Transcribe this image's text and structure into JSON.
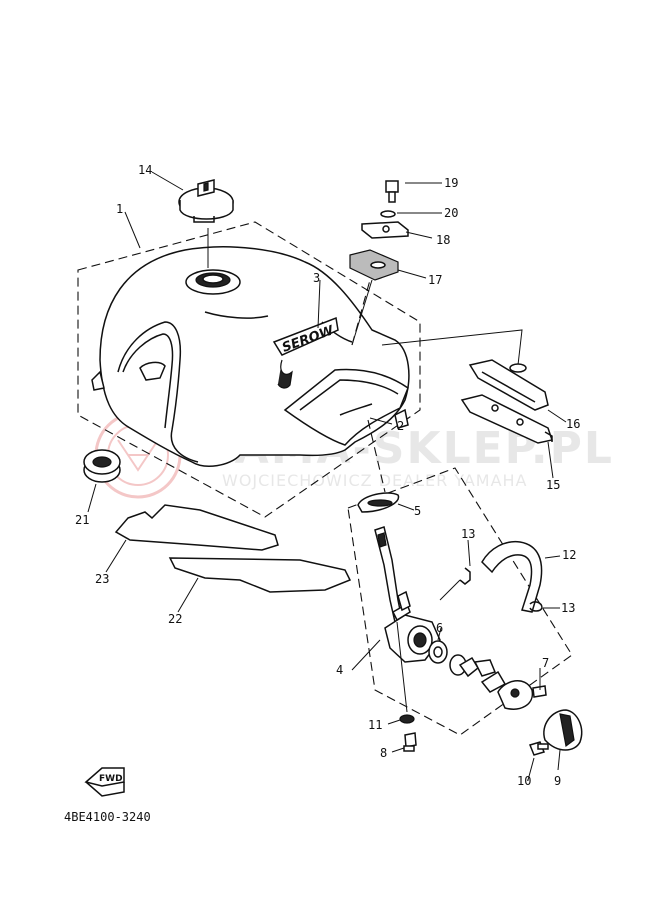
{
  "diagram": {
    "code": "4BE4100-3240",
    "fwd_label": "FWD",
    "tank_logo": "SEROW",
    "watermark": {
      "main": "YAMA-SKLEP.PL",
      "sub": "WOJCIECHOWICZ DEALER YAMAHA"
    },
    "callouts": [
      {
        "id": "c1",
        "text": "1"
      },
      {
        "id": "c2",
        "text": "2"
      },
      {
        "id": "c3",
        "text": "3"
      },
      {
        "id": "c4",
        "text": "4"
      },
      {
        "id": "c5",
        "text": "5"
      },
      {
        "id": "c6",
        "text": "6"
      },
      {
        "id": "c7",
        "text": "7"
      },
      {
        "id": "c8",
        "text": "8"
      },
      {
        "id": "c9",
        "text": "9"
      },
      {
        "id": "c10",
        "text": "10"
      },
      {
        "id": "c11",
        "text": "11"
      },
      {
        "id": "c12",
        "text": "12"
      },
      {
        "id": "c13a",
        "text": "13"
      },
      {
        "id": "c13b",
        "text": "13"
      },
      {
        "id": "c14",
        "text": "14"
      },
      {
        "id": "c15",
        "text": "15"
      },
      {
        "id": "c16",
        "text": "16"
      },
      {
        "id": "c17",
        "text": "17"
      },
      {
        "id": "c18",
        "text": "18"
      },
      {
        "id": "c19",
        "text": "19"
      },
      {
        "id": "c20",
        "text": "20"
      },
      {
        "id": "c21",
        "text": "21"
      },
      {
        "id": "c22",
        "text": "22"
      },
      {
        "id": "c23",
        "text": "23"
      }
    ]
  }
}
